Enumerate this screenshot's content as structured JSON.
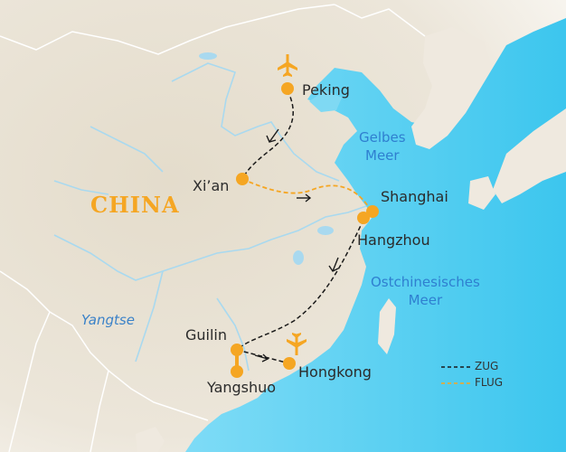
{
  "map": {
    "country_label": "CHINA",
    "seas": [
      {
        "id": "yellow-sea",
        "lines": [
          "Gelbes",
          "Meer"
        ]
      },
      {
        "id": "east-china-sea",
        "lines": [
          "Ostchinesisches",
          "Meer"
        ]
      }
    ],
    "river_label": "Yangtse",
    "cities": {
      "peking": "Peking",
      "xian": "Xi’an",
      "shanghai": "Shanghai",
      "hangzhou": "Hangzhou",
      "guilin": "Guilin",
      "yangshuo": "Yangshuo",
      "hongkong": "Hongkong"
    },
    "legend": {
      "train_label": "ZUG",
      "flight_label": "FLUG"
    },
    "colors": {
      "land": "#e8e1d3",
      "land_shade": "#f4f0e8",
      "sea": "#5fd0f0",
      "sea_light": "#bdeefb",
      "river": "#a9d9ef",
      "border": "#ffffff",
      "accent": "#f5a623",
      "route_train": "#1a1a1a",
      "route_flight": "#f5a623"
    },
    "icons": [
      "airplane-icon"
    ]
  }
}
